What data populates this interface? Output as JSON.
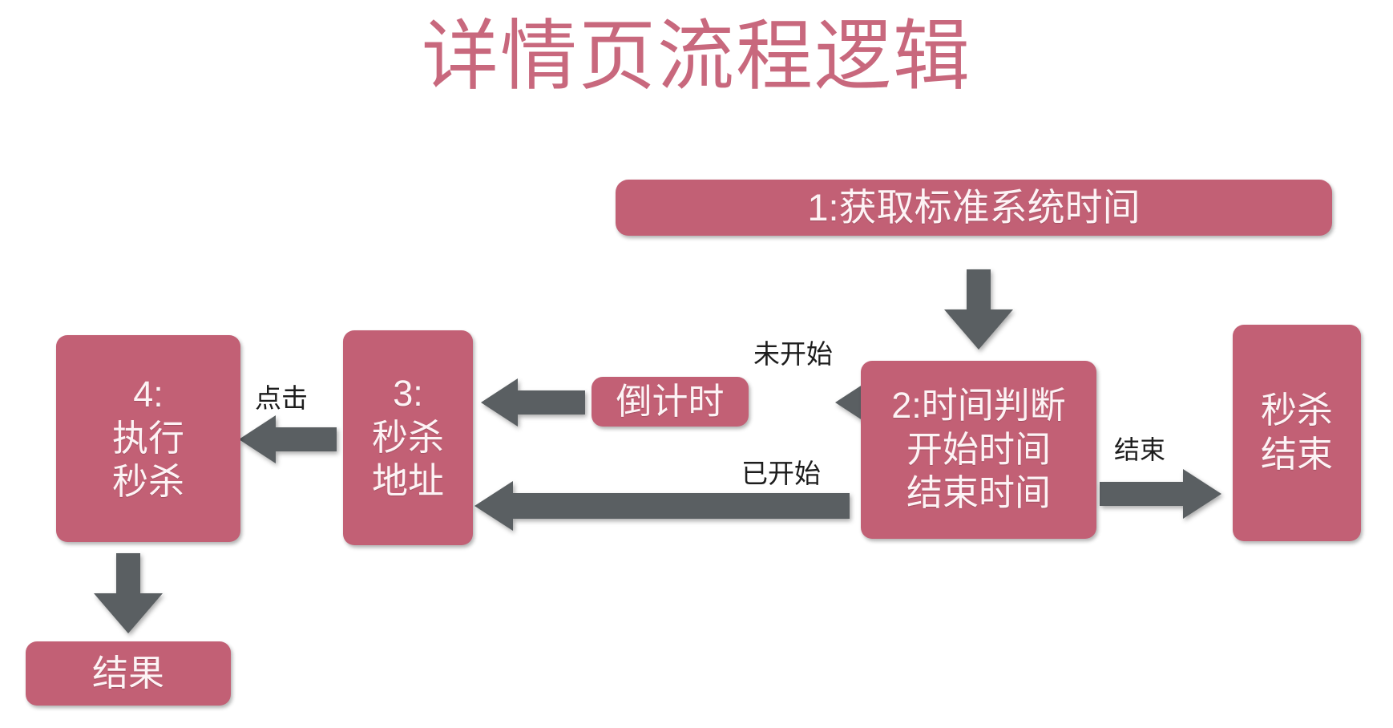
{
  "page": {
    "title": "详情页流程逻辑",
    "background_color": "#ffffff",
    "accent_color": "#c26075",
    "title_color": "#c8687d",
    "arrow_color": "#5a5f62",
    "node_text_color": "#fdf3f5",
    "label_text_color": "#1d1d1d"
  },
  "nodes": {
    "step1": {
      "label": "1:获取标准系统时间"
    },
    "step2": {
      "label": "2:时间判断\n开始时间\n结束时间"
    },
    "step3": {
      "label": "3:\n秒杀\n地址"
    },
    "step4": {
      "label": "4:\n执行\n秒杀"
    },
    "countdown": {
      "label": "倒计时"
    },
    "seckill_end": {
      "label": "秒杀\n结束"
    },
    "result": {
      "label": "结果"
    }
  },
  "edges": {
    "not_started": {
      "label": "未开始"
    },
    "already_started": {
      "label": "已开始"
    },
    "click": {
      "label": "点击"
    },
    "finished": {
      "label": "结束"
    }
  }
}
